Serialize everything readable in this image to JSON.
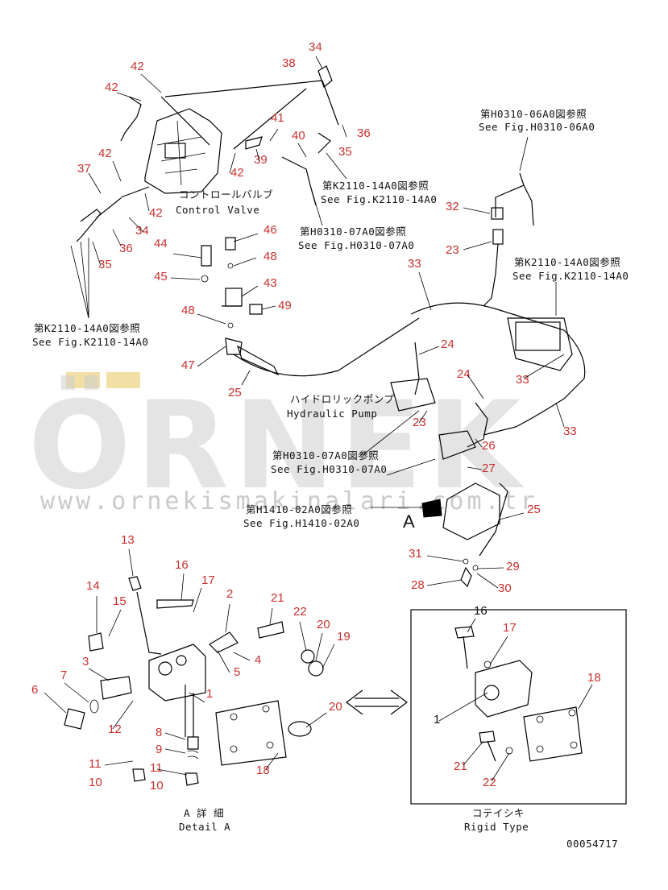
{
  "watermark": {
    "brand": "ÖRNEK",
    "url": "www.ornekismakinalari.com.tr"
  },
  "drawing_code": "00054717",
  "captions": {
    "control_valve_jp": "コントロールバルブ",
    "control_valve_en": "Control Valve",
    "hydraulic_pump_jp": "ハイドロリックポンプ",
    "hydraulic_pump_en": "Hydraulic Pump",
    "detail_a_jp": "A 詳 細",
    "detail_a_en": "Detail A",
    "rigid_jp": "コテイシキ",
    "rigid_en": "Rigid Type",
    "view_a": "A"
  },
  "references": [
    {
      "jp": "第H0310-06A0図参照",
      "en": "See Fig.H0310-06A0"
    },
    {
      "jp": "第K2110-14A0図参照",
      "en": "See Fig.K2110-14A0"
    },
    {
      "jp": "第H0310-07A0図参照",
      "en": "See Fig.H0310-07A0"
    },
    {
      "jp": "第K2110-14A0図参照",
      "en": "See Fig.K2110-14A0"
    },
    {
      "jp": "第K2110-14A0図参照",
      "en": "See Fig.K2110-14A0"
    },
    {
      "jp": "第H0310-07A0図参照",
      "en": "See Fig.H0310-07A0"
    },
    {
      "jp": "第H1410-02A0図参照",
      "en": "See Fig.H1410-02A0"
    }
  ],
  "callouts_red": [
    "34",
    "42",
    "38",
    "42",
    "41",
    "36",
    "40",
    "35",
    "39",
    "42",
    "37",
    "42",
    "42",
    "34",
    "36",
    "35",
    "32",
    "23",
    "33",
    "46",
    "48",
    "44",
    "45",
    "43",
    "49",
    "48",
    "47",
    "25",
    "24",
    "33",
    "24",
    "33",
    "23",
    "26",
    "27",
    "25",
    "31",
    "29",
    "28",
    "30",
    "13",
    "16",
    "17",
    "14",
    "15",
    "2",
    "21",
    "22",
    "20",
    "3",
    "19",
    "4",
    "5",
    "7",
    "6",
    "12",
    "1",
    "8",
    "9",
    "11",
    "11",
    "10",
    "10",
    "18",
    "20",
    "17",
    "18",
    "21",
    "22"
  ],
  "callouts_black": [
    "16",
    "1"
  ]
}
